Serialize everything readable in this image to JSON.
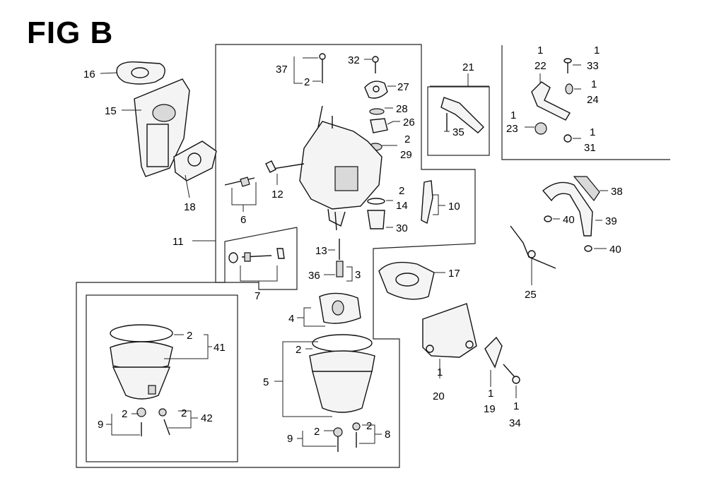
{
  "title": "FIG B",
  "callouts": [
    {
      "id": "c16",
      "text": "16"
    },
    {
      "id": "c15",
      "text": "15"
    },
    {
      "id": "c18",
      "text": "18"
    },
    {
      "id": "c37",
      "text": "37"
    },
    {
      "id": "c37q",
      "text": "2"
    },
    {
      "id": "c32",
      "text": "32"
    },
    {
      "id": "c27",
      "text": "27"
    },
    {
      "id": "c28",
      "text": "28"
    },
    {
      "id": "c26",
      "text": "26"
    },
    {
      "id": "c29q",
      "text": "2"
    },
    {
      "id": "c29",
      "text": "29"
    },
    {
      "id": "c21",
      "text": "21"
    },
    {
      "id": "c35",
      "text": "35"
    },
    {
      "id": "c22q",
      "text": "1"
    },
    {
      "id": "c22",
      "text": "22"
    },
    {
      "id": "c33q",
      "text": "1"
    },
    {
      "id": "c33",
      "text": "33"
    },
    {
      "id": "c24q",
      "text": "1"
    },
    {
      "id": "c24",
      "text": "24"
    },
    {
      "id": "c23q",
      "text": "1"
    },
    {
      "id": "c23",
      "text": "23"
    },
    {
      "id": "c31q",
      "text": "1"
    },
    {
      "id": "c31",
      "text": "31"
    },
    {
      "id": "c12",
      "text": "12"
    },
    {
      "id": "c6",
      "text": "6"
    },
    {
      "id": "c14q",
      "text": "2"
    },
    {
      "id": "c14",
      "text": "14"
    },
    {
      "id": "c10",
      "text": "10"
    },
    {
      "id": "c30",
      "text": "30"
    },
    {
      "id": "c38",
      "text": "38"
    },
    {
      "id": "c40a",
      "text": "40"
    },
    {
      "id": "c39",
      "text": "39"
    },
    {
      "id": "c40b",
      "text": "40"
    },
    {
      "id": "c11",
      "text": "11"
    },
    {
      "id": "c13",
      "text": "13"
    },
    {
      "id": "c36",
      "text": "36"
    },
    {
      "id": "c3",
      "text": "3"
    },
    {
      "id": "c7",
      "text": "7"
    },
    {
      "id": "c17",
      "text": "17"
    },
    {
      "id": "c25",
      "text": "25"
    },
    {
      "id": "c4",
      "text": "4"
    },
    {
      "id": "c41q",
      "text": "2"
    },
    {
      "id": "c41",
      "text": "41"
    },
    {
      "id": "c5q",
      "text": "2"
    },
    {
      "id": "c5",
      "text": "5"
    },
    {
      "id": "c20q",
      "text": "1"
    },
    {
      "id": "c20",
      "text": "20"
    },
    {
      "id": "c19q",
      "text": "1"
    },
    {
      "id": "c19",
      "text": "19"
    },
    {
      "id": "c34q",
      "text": "1"
    },
    {
      "id": "c34",
      "text": "34"
    },
    {
      "id": "c9aq",
      "text": "2"
    },
    {
      "id": "c9a",
      "text": "9"
    },
    {
      "id": "c42q",
      "text": "2"
    },
    {
      "id": "c42",
      "text": "42"
    },
    {
      "id": "c9bq",
      "text": "2"
    },
    {
      "id": "c9b",
      "text": "9"
    },
    {
      "id": "c8q",
      "text": "2"
    },
    {
      "id": "c8",
      "text": "8"
    }
  ]
}
